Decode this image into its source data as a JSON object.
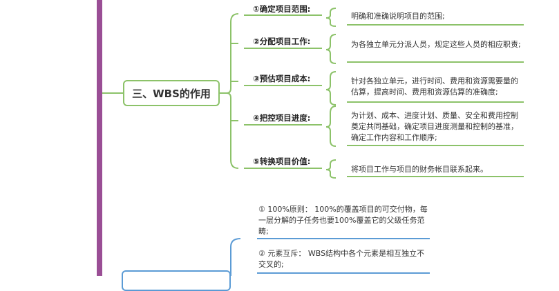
{
  "main_topic": "三、WBS的作用",
  "branches": [
    {
      "label": "①确定项目范围:",
      "detail": "明确和准确说明项目的范围;"
    },
    {
      "label": "②分配项目工作:",
      "detail": "为各独立单元分派人员，规定这些人员的相应职责;"
    },
    {
      "label": "③预估项目成本:",
      "detail": "针对各独立单元，进行时间、费用和资源需要量的估算，提高时间、费用和资源估算的准确度;"
    },
    {
      "label": "④把控项目进度:",
      "detail": "为计划、成本、进度计划、质量、安全和费用控制奠定共同基础，确定项目进度测量和控制的基准，确定工作内容和工作顺序;"
    },
    {
      "label": "⑤转换项目价值:",
      "detail": "将项目工作与项目的财务帐目联系起来。"
    }
  ],
  "principles": [
    {
      "text": "① 100%原则：   100%的覆盖项目的可交付物，每一层分解的子任务也要100%覆盖它的父级任务范畴;"
    },
    {
      "text": "② 元素互斥：   WBS结构中各个元素是相互独立不交叉的;"
    }
  ],
  "colors": {
    "trunk": "#9a4e95",
    "green": "#8cc269",
    "blue": "#5b9bd5"
  }
}
